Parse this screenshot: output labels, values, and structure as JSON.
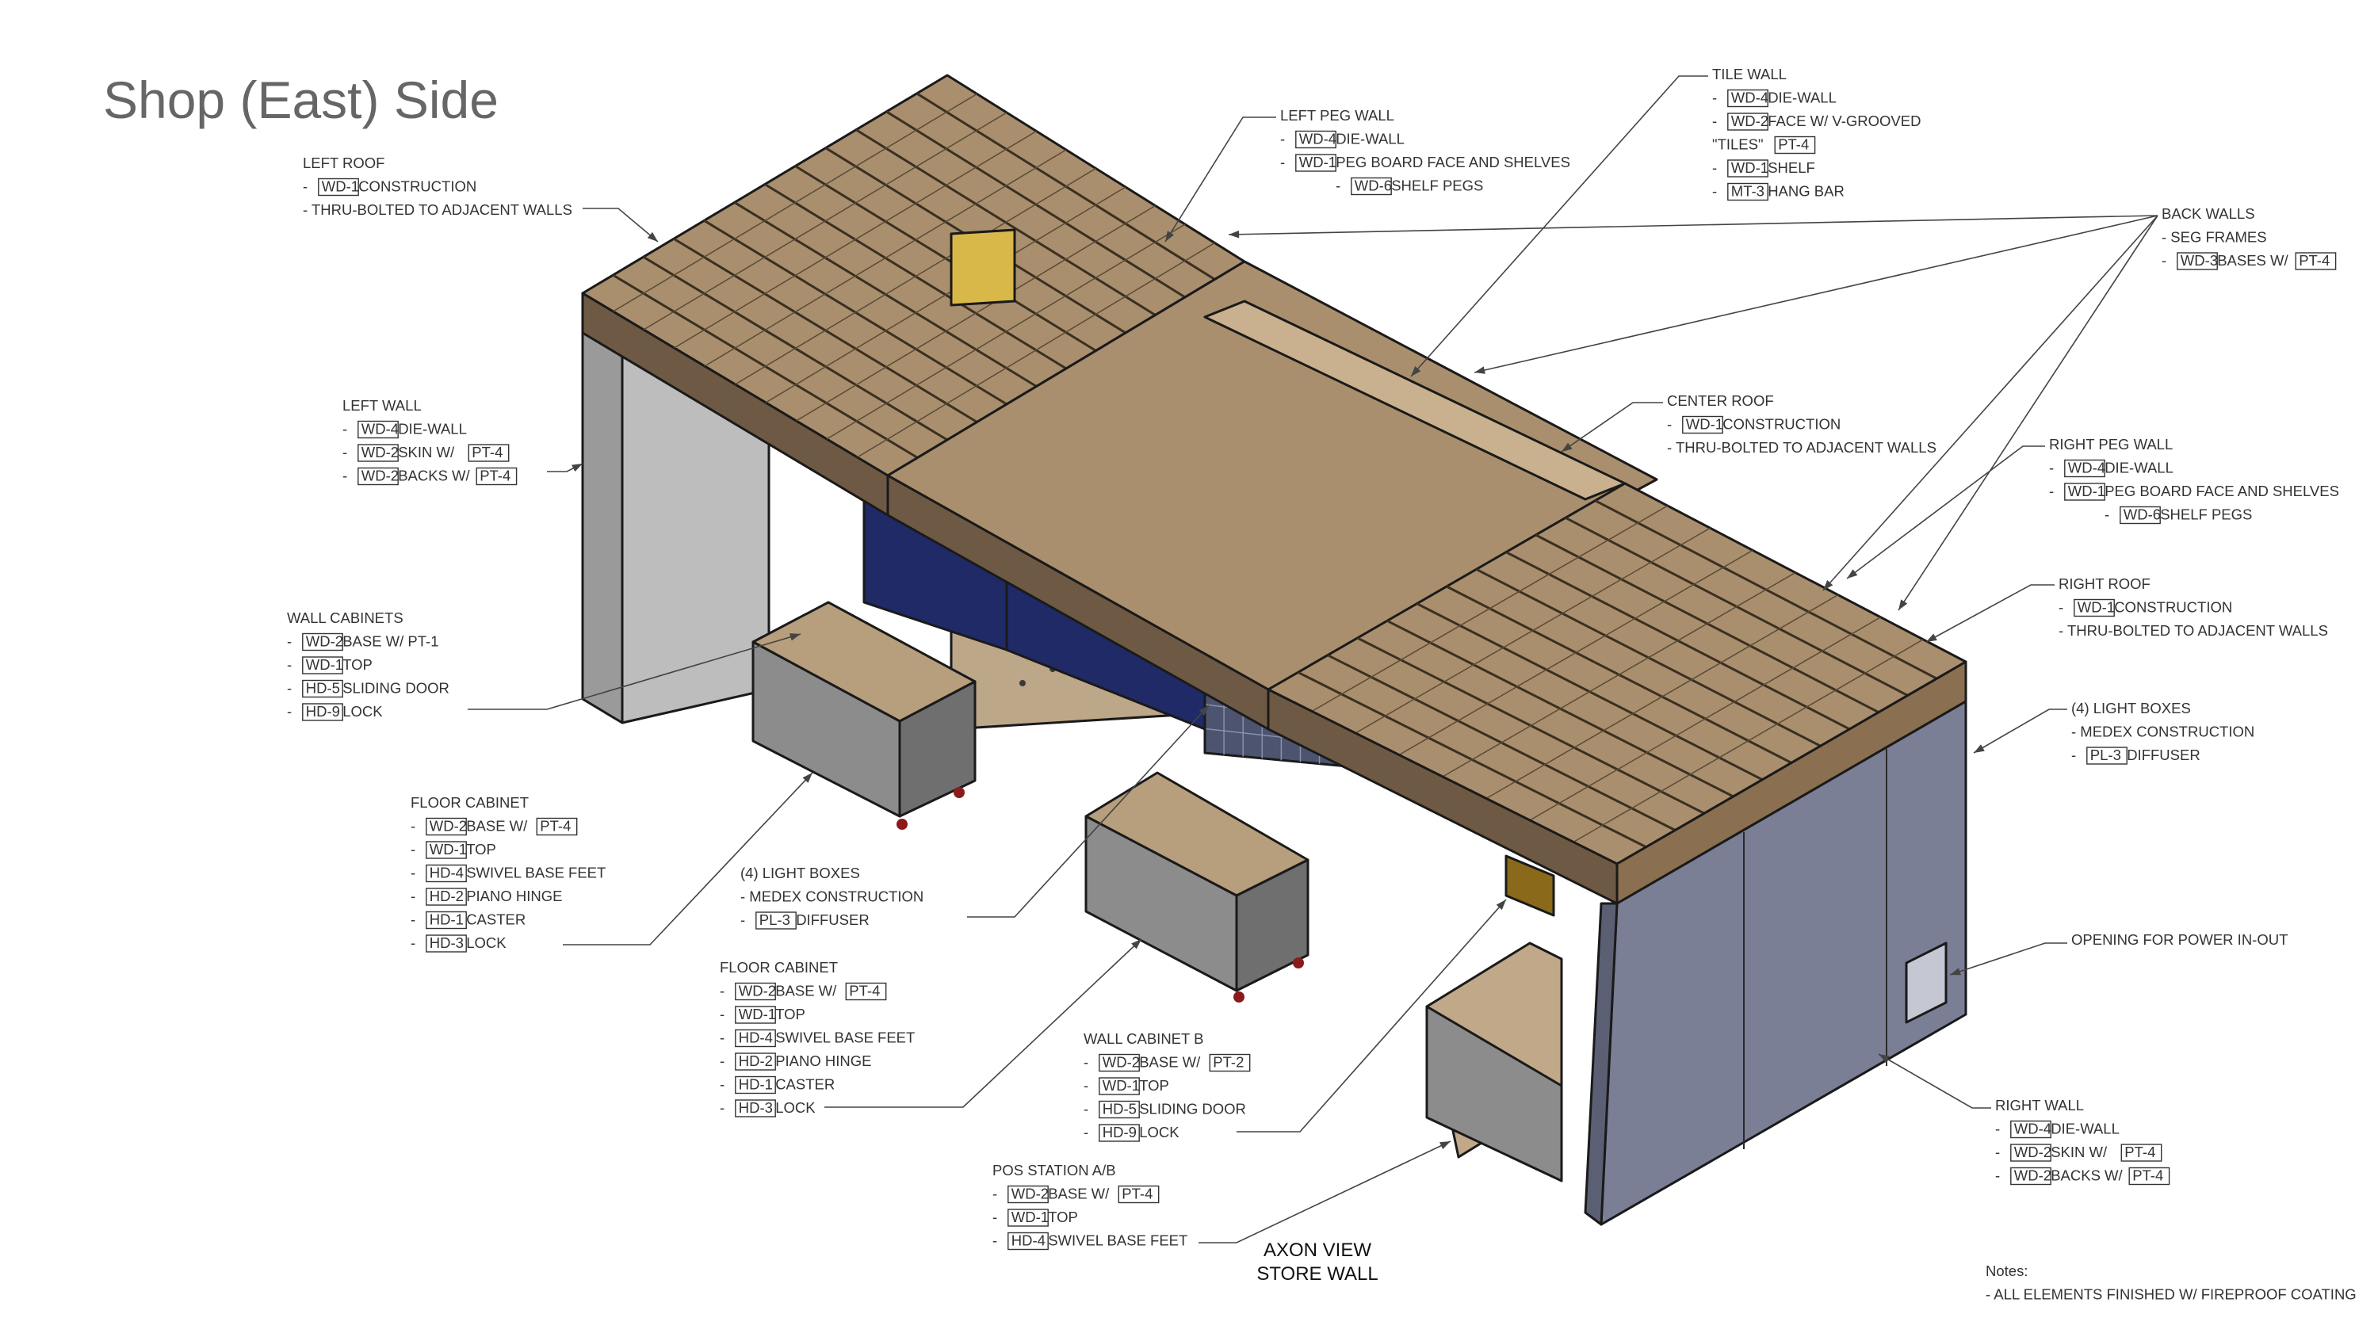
{
  "page": {
    "title": "Shop (East) Side"
  },
  "drawing": {
    "view_title_line1": "AXON VIEW",
    "view_title_line2": "STORE WALL"
  },
  "callouts": [
    {
      "id": "left-roof",
      "heading": "LEFT ROOF",
      "lines": [
        {
          "parts": [
            {
              "t": "- "
            },
            {
              "tag": "WD-1"
            },
            {
              "t": " CONSTRUCTION"
            }
          ]
        },
        {
          "parts": [
            {
              "t": "- THRU-BOLTED TO ADJACENT WALLS"
            }
          ]
        }
      ]
    },
    {
      "id": "left-peg-wall",
      "heading": "LEFT PEG WALL",
      "lines": [
        {
          "parts": [
            {
              "t": "- "
            },
            {
              "tag": "WD-4"
            },
            {
              "t": " DIE-WALL"
            }
          ]
        },
        {
          "parts": [
            {
              "t": "- "
            },
            {
              "tag": "WD-1"
            },
            {
              "t": " PEG BOARD FACE AND SHELVES"
            }
          ]
        },
        {
          "parts": [
            {
              "t": "- "
            },
            {
              "tag": "WD-6"
            },
            {
              "t": " SHELF PEGS"
            }
          ]
        }
      ]
    },
    {
      "id": "tile-wall",
      "heading": "TILE WALL",
      "lines": [
        {
          "parts": [
            {
              "t": "- "
            },
            {
              "tag": "WD-4"
            },
            {
              "t": " DIE-WALL"
            }
          ]
        },
        {
          "parts": [
            {
              "t": "- "
            },
            {
              "tag": "WD-2"
            },
            {
              "t": " FACE W/ V-GROOVED"
            }
          ]
        },
        {
          "parts": [
            {
              "t": "\"TILES\" "
            },
            {
              "tag": "PT-4"
            }
          ]
        },
        {
          "parts": [
            {
              "t": "- "
            },
            {
              "tag": "WD-1"
            },
            {
              "t": " SHELF"
            }
          ]
        },
        {
          "parts": [
            {
              "t": "- "
            },
            {
              "tag": "MT-3"
            },
            {
              "t": " HANG BAR"
            }
          ]
        }
      ]
    },
    {
      "id": "back-walls",
      "heading": "BACK WALLS",
      "lines": [
        {
          "parts": [
            {
              "t": "- SEG FRAMES"
            }
          ]
        },
        {
          "parts": [
            {
              "t": "- "
            },
            {
              "tag": "WD-3"
            },
            {
              "t": " BASES W/ "
            },
            {
              "tag": "PT-4"
            }
          ]
        }
      ]
    },
    {
      "id": "left-wall",
      "heading": "LEFT WALL",
      "lines": [
        {
          "parts": [
            {
              "t": "- "
            },
            {
              "tag": "WD-4"
            },
            {
              "t": " DIE-WALL"
            }
          ]
        },
        {
          "parts": [
            {
              "t": "- "
            },
            {
              "tag": "WD-2"
            },
            {
              "t": " SKIN W/ "
            },
            {
              "tag": "PT-4"
            }
          ]
        },
        {
          "parts": [
            {
              "t": "- "
            },
            {
              "tag": "WD-2"
            },
            {
              "t": " BACKS W/ "
            },
            {
              "tag": "PT-4"
            }
          ]
        }
      ]
    },
    {
      "id": "center-roof",
      "heading": "CENTER ROOF",
      "lines": [
        {
          "parts": [
            {
              "t": "- "
            },
            {
              "tag": "WD-1"
            },
            {
              "t": " CONSTRUCTION"
            }
          ]
        },
        {
          "parts": [
            {
              "t": "- THRU-BOLTED TO ADJACENT WALLS"
            }
          ]
        }
      ]
    },
    {
      "id": "right-peg-wall",
      "heading": "RIGHT PEG WALL",
      "lines": [
        {
          "parts": [
            {
              "t": "- "
            },
            {
              "tag": "WD-4"
            },
            {
              "t": " DIE-WALL"
            }
          ]
        },
        {
          "parts": [
            {
              "t": "- "
            },
            {
              "tag": "WD-1"
            },
            {
              "t": " PEG BOARD FACE AND SHELVES"
            }
          ]
        },
        {
          "parts": [
            {
              "t": "- "
            },
            {
              "tag": "WD-6"
            },
            {
              "t": " SHELF PEGS"
            }
          ]
        }
      ]
    },
    {
      "id": "right-roof",
      "heading": "RIGHT ROOF",
      "lines": [
        {
          "parts": [
            {
              "t": "- "
            },
            {
              "tag": "WD-1"
            },
            {
              "t": " CONSTRUCTION"
            }
          ]
        },
        {
          "parts": [
            {
              "t": "- THRU-BOLTED TO ADJACENT WALLS"
            }
          ]
        }
      ]
    },
    {
      "id": "wall-cabinets",
      "heading": "WALL CABINETS",
      "lines": [
        {
          "parts": [
            {
              "t": "- "
            },
            {
              "tag": "WD-2"
            },
            {
              "t": " BASE W/ PT-1"
            }
          ]
        },
        {
          "parts": [
            {
              "t": "- "
            },
            {
              "tag": "WD-1"
            },
            {
              "t": " TOP"
            }
          ]
        },
        {
          "parts": [
            {
              "t": "- "
            },
            {
              "tag": "HD-5"
            },
            {
              "t": " SLIDING DOOR"
            }
          ]
        },
        {
          "parts": [
            {
              "t": "- "
            },
            {
              "tag": "HD-9"
            },
            {
              "t": " LOCK"
            }
          ]
        }
      ]
    },
    {
      "id": "light-boxes-right",
      "heading": "(4) LIGHT BOXES",
      "lines": [
        {
          "parts": [
            {
              "t": "- MEDEX CONSTRUCTION"
            }
          ]
        },
        {
          "parts": [
            {
              "t": "- "
            },
            {
              "tag": "PL-3"
            },
            {
              "t": " DIFFUSER"
            }
          ]
        }
      ]
    },
    {
      "id": "floor-cabinet-1",
      "heading": "FLOOR CABINET",
      "lines": [
        {
          "parts": [
            {
              "t": "- "
            },
            {
              "tag": "WD-2"
            },
            {
              "t": " BASE W/ "
            },
            {
              "tag": "PT-4"
            }
          ]
        },
        {
          "parts": [
            {
              "t": "- "
            },
            {
              "tag": "WD-1"
            },
            {
              "t": " TOP"
            }
          ]
        },
        {
          "parts": [
            {
              "t": "- "
            },
            {
              "tag": "HD-4"
            },
            {
              "t": " SWIVEL BASE FEET"
            }
          ]
        },
        {
          "parts": [
            {
              "t": "- "
            },
            {
              "tag": "HD-2"
            },
            {
              "t": " PIANO HINGE"
            }
          ]
        },
        {
          "parts": [
            {
              "t": "- "
            },
            {
              "tag": "HD-1"
            },
            {
              "t": " CASTER"
            }
          ]
        },
        {
          "parts": [
            {
              "t": "- "
            },
            {
              "tag": "HD-3"
            },
            {
              "t": " LOCK"
            }
          ]
        }
      ]
    },
    {
      "id": "light-boxes-center",
      "heading": "(4) LIGHT BOXES",
      "lines": [
        {
          "parts": [
            {
              "t": "- MEDEX CONSTRUCTION"
            }
          ]
        },
        {
          "parts": [
            {
              "t": "- "
            },
            {
              "tag": "PL-3"
            },
            {
              "t": " DIFFUSER"
            }
          ]
        }
      ]
    },
    {
      "id": "opening-power",
      "heading": "OPENING FOR POWER IN-OUT",
      "lines": []
    },
    {
      "id": "floor-cabinet-2",
      "heading": "FLOOR CABINET",
      "lines": [
        {
          "parts": [
            {
              "t": "- "
            },
            {
              "tag": "WD-2"
            },
            {
              "t": " BASE W/ "
            },
            {
              "tag": "PT-4"
            }
          ]
        },
        {
          "parts": [
            {
              "t": "- "
            },
            {
              "tag": "WD-1"
            },
            {
              "t": " TOP"
            }
          ]
        },
        {
          "parts": [
            {
              "t": "- "
            },
            {
              "tag": "HD-4"
            },
            {
              "t": " SWIVEL BASE FEET"
            }
          ]
        },
        {
          "parts": [
            {
              "t": "- "
            },
            {
              "tag": "HD-2"
            },
            {
              "t": " PIANO HINGE"
            }
          ]
        },
        {
          "parts": [
            {
              "t": "- "
            },
            {
              "tag": "HD-1"
            },
            {
              "t": " CASTER"
            }
          ]
        },
        {
          "parts": [
            {
              "t": "- "
            },
            {
              "tag": "HD-3"
            },
            {
              "t": " LOCK"
            }
          ]
        }
      ]
    },
    {
      "id": "wall-cabinet-b",
      "heading": "WALL CABINET B",
      "lines": [
        {
          "parts": [
            {
              "t": "- "
            },
            {
              "tag": "WD-2"
            },
            {
              "t": " BASE W/ "
            },
            {
              "tag": "PT-2"
            }
          ]
        },
        {
          "parts": [
            {
              "t": "- "
            },
            {
              "tag": "WD-1"
            },
            {
              "t": " TOP"
            }
          ]
        },
        {
          "parts": [
            {
              "t": "- "
            },
            {
              "tag": "HD-5"
            },
            {
              "t": " SLIDING DOOR"
            }
          ]
        },
        {
          "parts": [
            {
              "t": "- "
            },
            {
              "tag": "HD-9"
            },
            {
              "t": " LOCK"
            }
          ]
        }
      ]
    },
    {
      "id": "right-wall",
      "heading": "RIGHT WALL",
      "lines": [
        {
          "parts": [
            {
              "t": "- "
            },
            {
              "tag": "WD-4"
            },
            {
              "t": " DIE-WALL"
            }
          ]
        },
        {
          "parts": [
            {
              "t": "- "
            },
            {
              "tag": "WD-2"
            },
            {
              "t": " SKIN W/ "
            },
            {
              "tag": "PT-4"
            }
          ]
        },
        {
          "parts": [
            {
              "t": "- "
            },
            {
              "tag": "WD-2"
            },
            {
              "t": " BACKS W/ "
            },
            {
              "tag": "PT-4"
            }
          ]
        }
      ]
    },
    {
      "id": "pos-station",
      "heading": "POS STATION A/B",
      "lines": [
        {
          "parts": [
            {
              "t": "- "
            },
            {
              "tag": "WD-2"
            },
            {
              "t": " BASE W/ "
            },
            {
              "tag": "PT-4"
            }
          ]
        },
        {
          "parts": [
            {
              "t": "- "
            },
            {
              "tag": "WD-1"
            },
            {
              "t": " TOP"
            }
          ]
        },
        {
          "parts": [
            {
              "t": "- "
            },
            {
              "tag": "HD-4"
            },
            {
              "t": " SWIVEL BASE FEET"
            }
          ]
        }
      ]
    },
    {
      "id": "notes",
      "heading": "Notes:",
      "lines": [
        {
          "parts": [
            {
              "t": "- ALL ELEMENTS FINISHED W/ FIREPROOF COATING"
            }
          ]
        }
      ]
    }
  ],
  "colors": {
    "wood": "#a98f6d",
    "wood_light": "#c9b08e",
    "wood_dark": "#6e5a44",
    "wall_gray": "#9a9a9a",
    "wall_light": "#bdbdbd",
    "wall_slate": "#7a7f96",
    "cabinet_navy": "#1f2a66",
    "tile_slate": "#4c5470",
    "highlight_yellow": "#d9b84a",
    "outline": "#1a1a1a",
    "text": "#333333",
    "title": "#666666"
  }
}
